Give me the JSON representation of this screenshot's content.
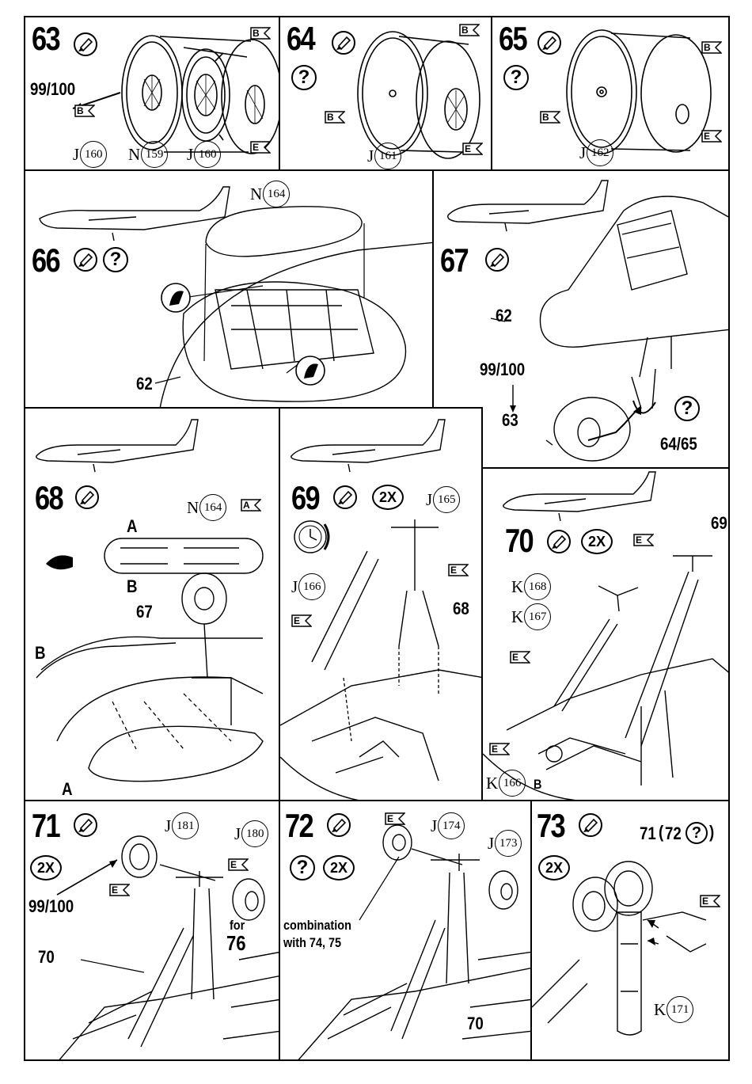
{
  "steps": {
    "s63": {
      "number": "63",
      "label_ref": "99/100",
      "parts": [
        {
          "letter": "J",
          "num": "160"
        },
        {
          "letter": "N",
          "num": "159"
        },
        {
          "letter": "J",
          "num": "160"
        }
      ],
      "flags": [
        "B",
        "B",
        "E"
      ]
    },
    "s64": {
      "number": "64",
      "parts": [
        {
          "letter": "J",
          "num": "161"
        }
      ],
      "flags": [
        "B",
        "B",
        "E"
      ]
    },
    "s65": {
      "number": "65",
      "parts": [
        {
          "letter": "J",
          "num": "162"
        }
      ],
      "flags": [
        "B",
        "B",
        "E"
      ]
    },
    "s66": {
      "number": "66",
      "parts": [
        {
          "letter": "N",
          "num": "164"
        }
      ],
      "ref": "62"
    },
    "s67": {
      "number": "67",
      "refs": [
        "62",
        "99/100",
        "63",
        "64/65"
      ]
    },
    "s68": {
      "number": "68",
      "parts": [
        {
          "letter": "N",
          "num": "164"
        }
      ],
      "flags": [
        "A"
      ],
      "labels": [
        "A",
        "B",
        "67",
        "B",
        "A"
      ]
    },
    "s69": {
      "number": "69",
      "multiplier": "2X",
      "parts": [
        {
          "letter": "J",
          "num": "165"
        },
        {
          "letter": "J",
          "num": "166"
        }
      ],
      "flags": [
        "E",
        "E"
      ],
      "ref": "68"
    },
    "s70": {
      "number": "70",
      "multiplier": "2X",
      "parts": [
        {
          "letter": "K",
          "num": "168"
        },
        {
          "letter": "K",
          "num": "167"
        },
        {
          "letter": "K",
          "num": "166"
        }
      ],
      "flags": [
        "E",
        "E",
        "E"
      ],
      "refs": [
        "69",
        "B"
      ]
    },
    "s71": {
      "number": "71",
      "multiplier": "2X",
      "parts": [
        {
          "letter": "J",
          "num": "181"
        },
        {
          "letter": "J",
          "num": "180"
        }
      ],
      "flags": [
        "E",
        "E"
      ],
      "refs": [
        "99/100",
        "70"
      ],
      "note_for": "for",
      "note_step": "76"
    },
    "s72": {
      "number": "72",
      "multiplier": "2X",
      "parts": [
        {
          "letter": "J",
          "num": "174"
        },
        {
          "letter": "J",
          "num": "173"
        }
      ],
      "flags": [
        "E"
      ],
      "note": "combination",
      "note2": "with 74, 75",
      "ref": "70"
    },
    "s73": {
      "number": "73",
      "multiplier": "2X",
      "ref_main": "71",
      "ref_alt": "72",
      "parts": [
        {
          "letter": "K",
          "num": "171"
        }
      ],
      "flags": [
        "E"
      ]
    }
  },
  "symbols": {
    "question": "?",
    "glue_icon": "glue-tube-icon",
    "clock_icon": "clock-icon",
    "knife_icon": "hobby-knife-icon",
    "flag_icon": "decal-flag-icon"
  }
}
